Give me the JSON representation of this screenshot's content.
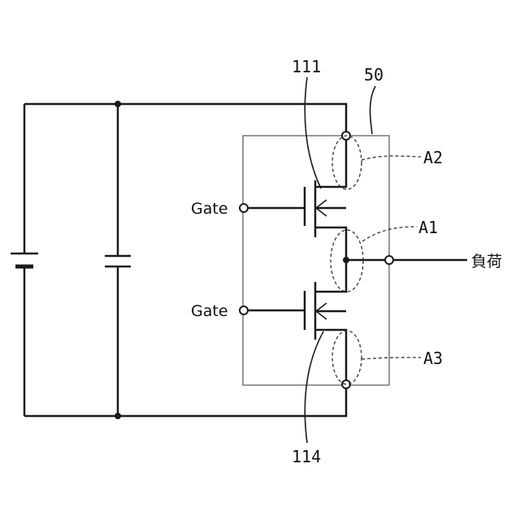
{
  "labels": {
    "ref_111": "111",
    "ref_50": "50",
    "ref_114": "114",
    "A1": "A1",
    "A2": "A2",
    "A3": "A3",
    "gate_upper": "Gate",
    "gate_lower": "Gate",
    "load": "負荷"
  }
}
